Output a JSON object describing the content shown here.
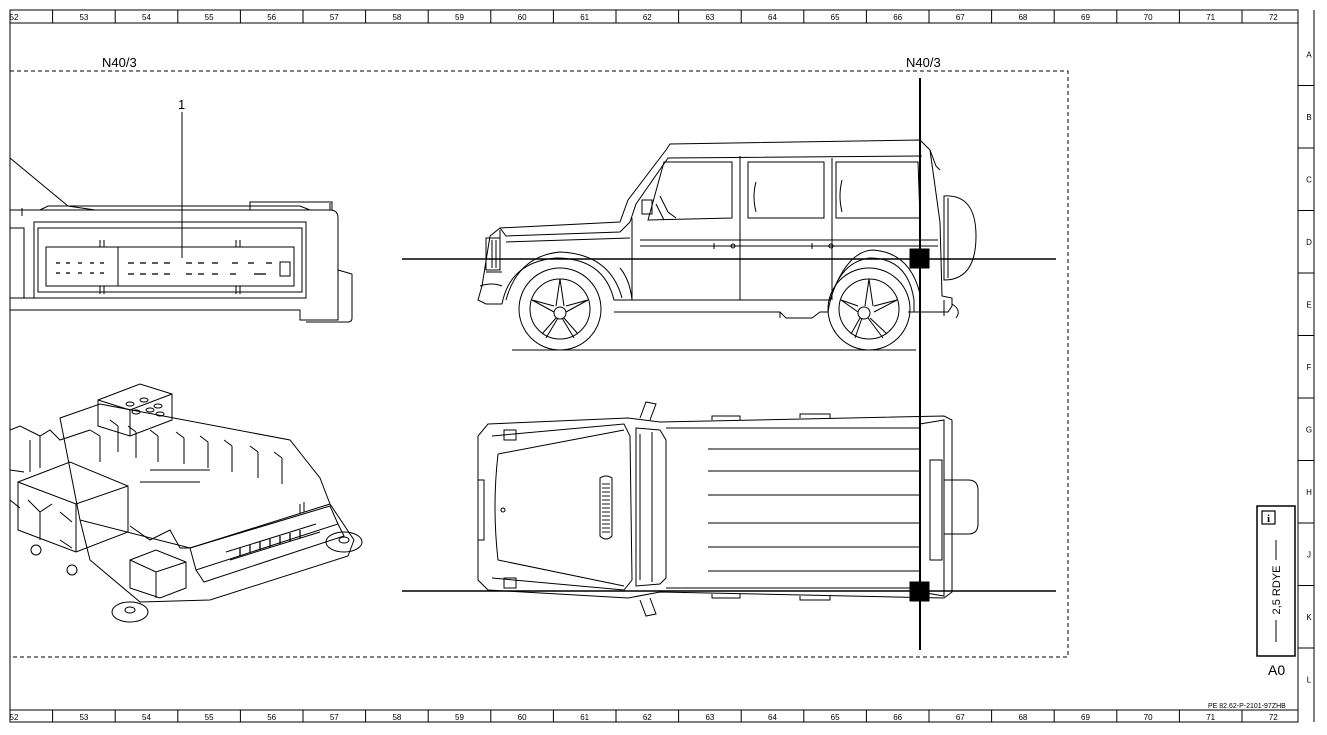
{
  "ruler_columns": [
    "52",
    "53",
    "54",
    "55",
    "56",
    "57",
    "58",
    "59",
    "60",
    "61",
    "62",
    "63",
    "64",
    "65",
    "66",
    "67",
    "68",
    "69",
    "70",
    "71",
    "72"
  ],
  "ruler_rows": [
    "A",
    "B",
    "C",
    "D",
    "E",
    "F",
    "G",
    "H",
    "J",
    "K",
    "L"
  ],
  "component_label_left": "N40/3",
  "component_label_right": "N40/3",
  "callout_number": "1",
  "wire_label": "2,5 RDYE",
  "info_symbol": "i",
  "fuse_ref": "A0",
  "document_code": "PE 82.62-P-2101-97ZHB",
  "icons": {
    "info": "info-icon"
  }
}
